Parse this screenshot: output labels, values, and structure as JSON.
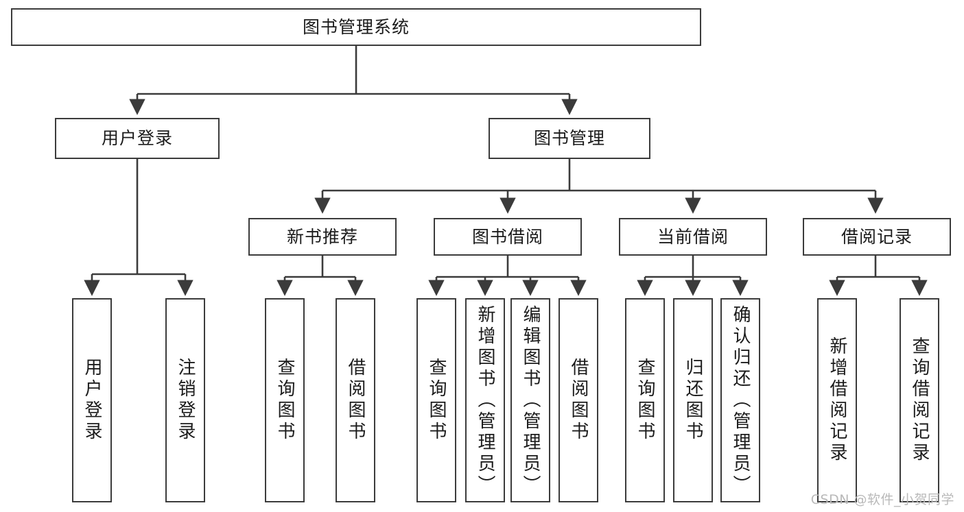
{
  "diagram": {
    "type": "tree-hierarchy",
    "title": "图书管理系统",
    "root": {
      "label": "图书管理系统"
    },
    "level1": [
      {
        "label": "用户登录"
      },
      {
        "label": "图书管理"
      }
    ],
    "level2": [
      {
        "label": "新书推荐"
      },
      {
        "label": "图书借阅"
      },
      {
        "label": "当前借阅"
      },
      {
        "label": "借阅记录"
      }
    ],
    "leaves": {
      "user_login": [
        {
          "label": "用户登录"
        },
        {
          "label": "注销登录"
        }
      ],
      "new_book_recommend": [
        {
          "label": "查询图书"
        },
        {
          "label": "借阅图书"
        }
      ],
      "book_borrow": [
        {
          "label": "查询图书"
        },
        {
          "label": "新增图书（管理员）"
        },
        {
          "label": "编辑图书（管理员）"
        },
        {
          "label": "借阅图书"
        }
      ],
      "current_borrow": [
        {
          "label": "查询图书"
        },
        {
          "label": "归还图书"
        },
        {
          "label": "确认归还（管理员）"
        }
      ],
      "borrow_record": [
        {
          "label": "新增借阅记录"
        },
        {
          "label": "查询借阅记录"
        }
      ]
    }
  },
  "watermark": {
    "text": "CSDN @软件_小贺同学"
  },
  "colors": {
    "stroke": "#3b3b3b",
    "background": "#ffffff",
    "text": "#1b1b1b",
    "watermark": "#b9b9b9"
  }
}
